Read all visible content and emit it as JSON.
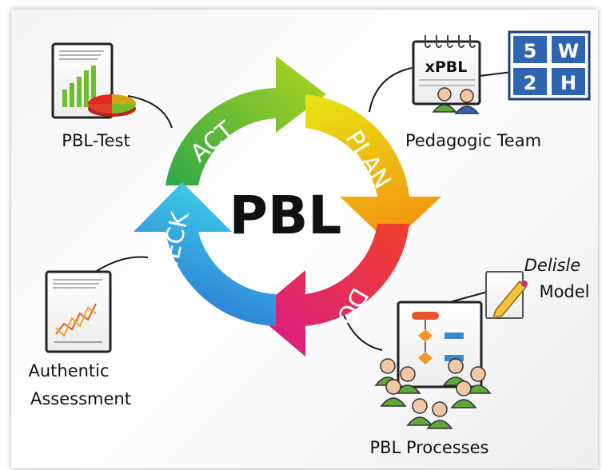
{
  "center_label": "PBL",
  "cycle": {
    "act": "ACT",
    "plan": "PLAN",
    "do": "DO",
    "check": "CHECK"
  },
  "nodes": {
    "pbl_test": "PBL-Test",
    "pedagogic_team": "Pedagogic Team",
    "authentic_assessment_line1": "Authentic",
    "authentic_assessment_line2": "Assessment",
    "pbl_processes": "PBL Processes",
    "delisle": "Delisle",
    "model": "Model",
    "xpbl": "xPBL"
  },
  "five_w_two_h": [
    "5",
    "W",
    "2",
    "H"
  ],
  "colors": {
    "act": "#7cc42a",
    "plan": "#f5b400",
    "do": "#e8284a",
    "check": "#1f8fe0",
    "grid_blue": "#2f64b0"
  }
}
